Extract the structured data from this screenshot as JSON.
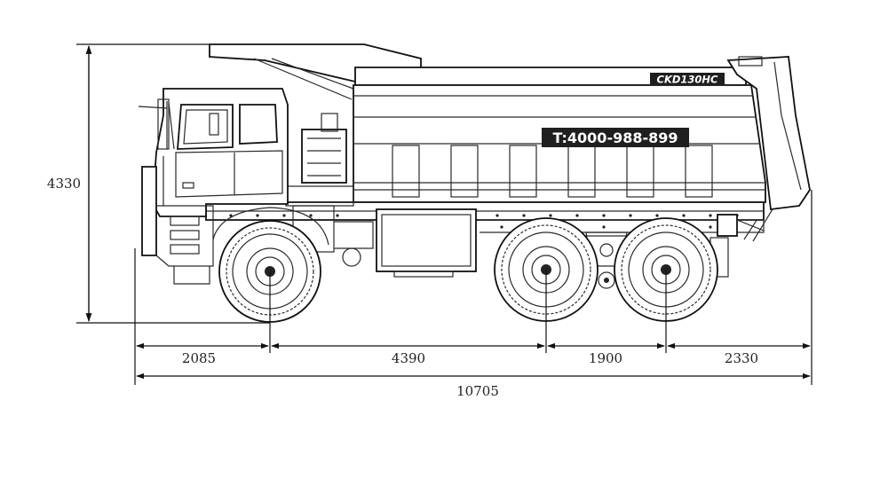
{
  "model_plate": "CKD130HC",
  "phone_plate": "T:4000-988-899",
  "dimensions": {
    "height": "4330",
    "front_overhang": "2085",
    "wheelbase_1": "4390",
    "wheelbase_2": "1900",
    "rear_overhang": "2330",
    "overall_length": "10705"
  }
}
